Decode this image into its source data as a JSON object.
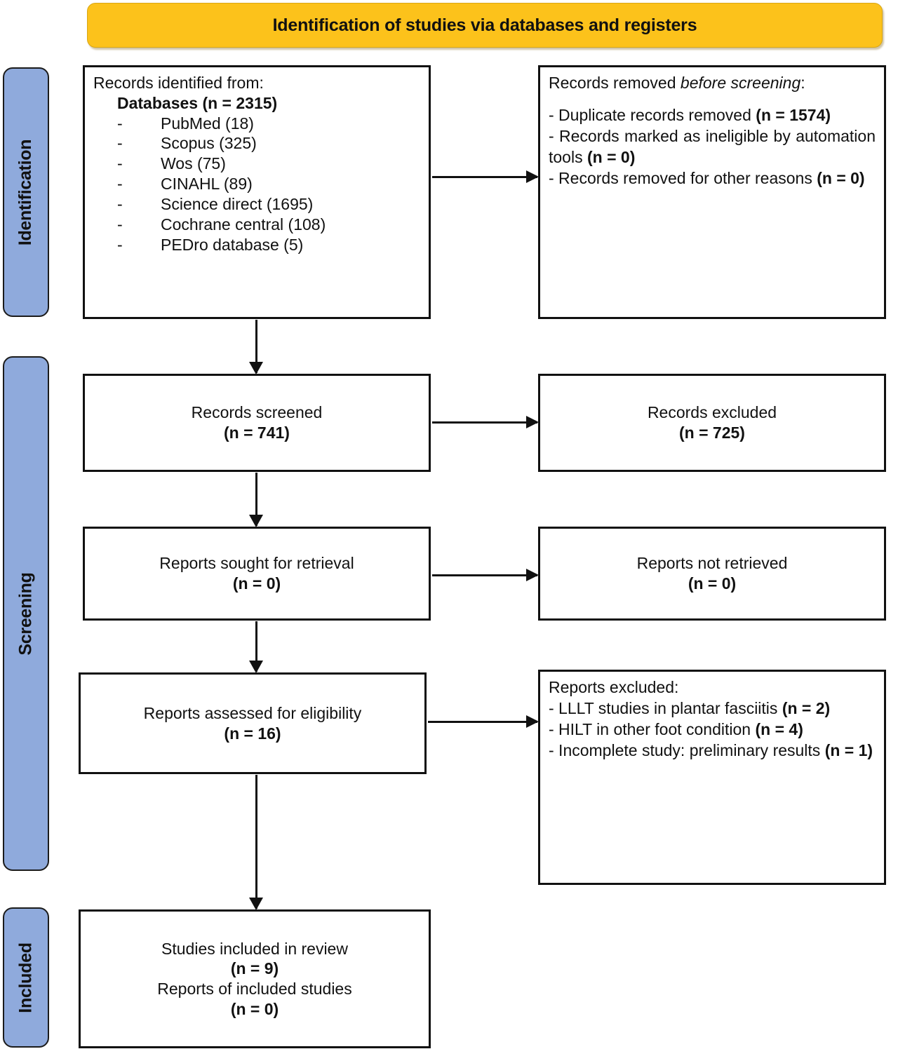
{
  "banner": {
    "title": "Identification of studies via databases and registers",
    "color": "#FCC21B"
  },
  "stages": {
    "accent_color": "#8FAADC",
    "identification": "Identification",
    "screening": "Screening",
    "included": "Included"
  },
  "boxes": {
    "identified": {
      "lead": "Records identified from:",
      "databases_heading": "Databases (n = 2315)",
      "sources": [
        "PubMed (18)",
        "Scopus (325)",
        "Wos (75)",
        "CINAHL (89)",
        "Science direct (1695)",
        "Cochrane central (108)",
        "PEDro database (5)"
      ],
      "bullet": "-"
    },
    "removed_before_screening": {
      "heading_plain": "Records removed ",
      "heading_italic": "before screening",
      "heading_colon": ":",
      "items": [
        {
          "text": "- Duplicate records removed ",
          "count": "(n = 1574)"
        },
        {
          "text": "- Records marked as ineligible by automation tools ",
          "count": "(n = 0)"
        },
        {
          "text": "- Records removed for other reasons ",
          "count": "(n = 0)"
        }
      ]
    },
    "records_screened": {
      "label": "Records screened",
      "count": "(n = 741)"
    },
    "records_excluded": {
      "label": "Records excluded",
      "count": "(n = 725)"
    },
    "reports_sought": {
      "label": "Reports sought for retrieval",
      "count": "(n = 0)"
    },
    "reports_not_retrieved": {
      "label": "Reports not retrieved",
      "count": "(n = 0)"
    },
    "reports_assessed": {
      "label": "Reports assessed for eligibility",
      "count": "(n = 16)"
    },
    "reports_excluded": {
      "heading": "Reports excluded:",
      "reasons": [
        {
          "text": "- LLLT studies in plantar fasciitis ",
          "count": "(n = 2)"
        },
        {
          "text": "- HILT in other foot condition ",
          "count": "(n = 4)"
        },
        {
          "text": "- Incomplete study: preliminary results ",
          "count": "(n = 1)"
        }
      ]
    },
    "included": {
      "line1": "Studies included in review",
      "count1": "(n = 9)",
      "line2": "Reports of included studies",
      "count2": "(n = 0)"
    }
  }
}
